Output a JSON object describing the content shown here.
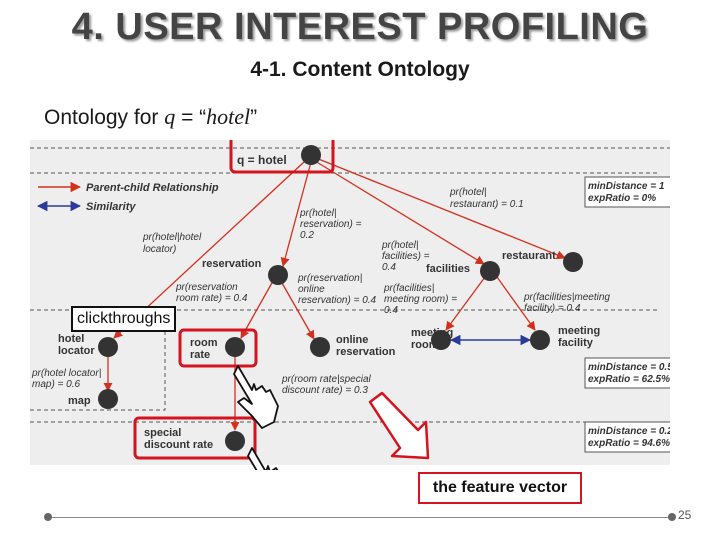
{
  "title": "4. USER INTEREST PROFILING",
  "subtitle": "4-1. Content Ontology",
  "heading": {
    "prefix": "Ontology for ",
    "q": "q",
    "middle": " = “",
    "term": "hotel",
    "suffix": "”"
  },
  "legend": {
    "parent_child": "Parent-child Relationship",
    "similarity": "Similarity"
  },
  "nodes": {
    "root": "q = hotel",
    "reservation": "reservation",
    "facilities": "facilities",
    "restaurant": "restaurant",
    "hotel_locator_1": "hotel",
    "hotel_locator_2": "locator",
    "map": "map",
    "room_rate_1": "room",
    "room_rate_2": "rate",
    "online_reservation_1": "online",
    "online_reservation_2": "reservation",
    "meeting_room_1": "meeting",
    "meeting_room_2": "room",
    "meeting_facility_1": "meeting",
    "meeting_facility_2": "facility",
    "special_discount_1": "special",
    "special_discount_2": "discount rate"
  },
  "edge_labels": {
    "hotel_restaurant_1": "pr(hotel|",
    "hotel_restaurant_2": "restaurant) = 0.1",
    "hotel_reservation_1": "pr(hotel|",
    "hotel_reservation_2": "reservation) =",
    "hotel_reservation_3": "0.2",
    "hotel_facilities_1": "pr(hotel|",
    "hotel_facilities_2": "facilities) =",
    "hotel_facilities_3": "0.4",
    "hotel_locator_1": "pr(hotel|hotel",
    "hotel_locator_2": "locator)",
    "reservation_online_1": "pr(reservation|",
    "reservation_online_2": "online",
    "reservation_online_3": "reservation) = 0.4",
    "reservation_roomrate_1": "pr(reservation",
    "reservation_roomrate_2": "room rate) = 0.4",
    "facilities_meetingroom_1": "pr(facilities|",
    "facilities_meetingroom_2": "meeting room) =",
    "facilities_meetingroom_3": "0.4",
    "facilities_meetingfacility_1": "pr(facilities|meeting",
    "facilities_meetingfacility_2": "facility) = 0.4",
    "locator_map_1": "pr(hotel locator|",
    "locator_map_2": "map) = 0.6",
    "special_1": "pr(room rate|special",
    "special_2": "discount rate) = 0.3"
  },
  "info_boxes": [
    {
      "line1": "minDistance = 1",
      "line2": "expRatio = 0%"
    },
    {
      "line1": "minDistance = 0.5",
      "line2": "expRatio = 62.5%"
    },
    {
      "line1": "minDistance = 0.2",
      "line2": "expRatio = 94.6%"
    }
  ],
  "callouts": {
    "clickthroughs": "clickthroughs",
    "feature_vector": "the feature vector"
  },
  "page_number": "25",
  "colors": {
    "parent_child": "#d4301e",
    "similarity": "#2a3a9a",
    "highlight": "#d4141e",
    "node": "#333333"
  }
}
